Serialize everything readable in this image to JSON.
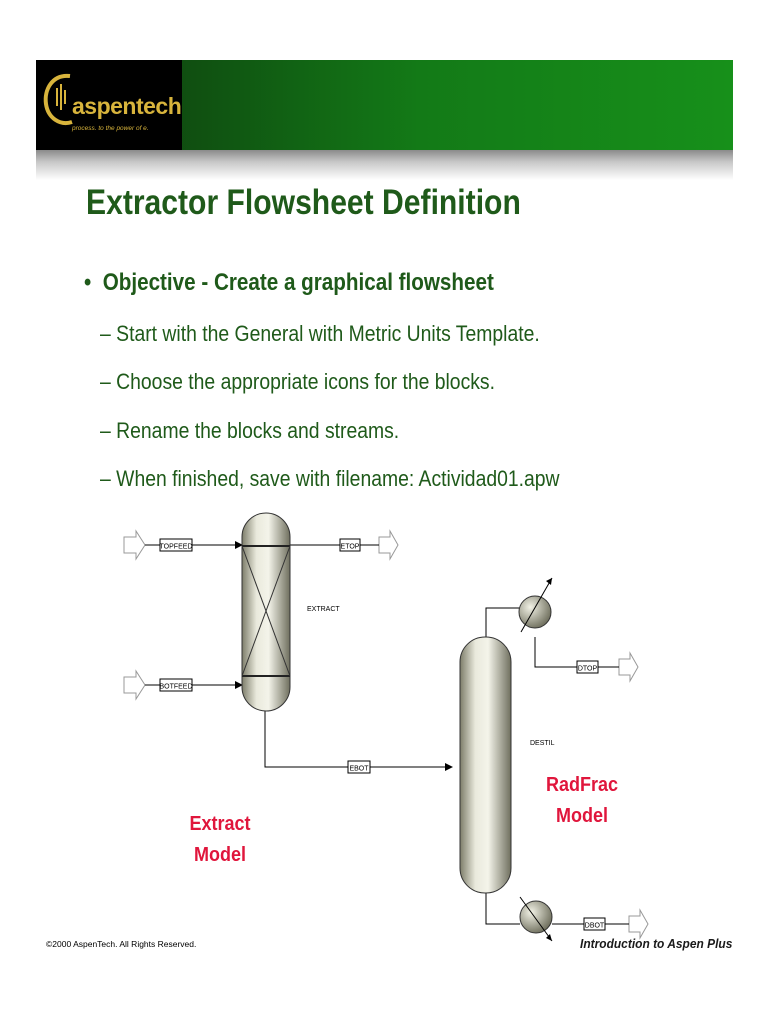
{
  "header": {
    "logo_text": "aspentech",
    "tagline": "process. to the power of e.",
    "banner_colors": [
      "#0b2a0b",
      "#17901a"
    ]
  },
  "slide": {
    "title": "Extractor Flowsheet Definition",
    "objective": "Objective - Create a graphical flowsheet",
    "steps": [
      "Start with the General with Metric Units Template.",
      "Choose the appropriate icons for the blocks.",
      "Rename the blocks and streams.",
      "When finished, save with filename: Actividad01.apw"
    ],
    "bullet_symbol": "•",
    "dash_symbol": "–"
  },
  "flowsheet": {
    "blocks": {
      "extractor": "EXTRACT",
      "column": "DESTIL"
    },
    "streams": [
      "TOPFEED",
      "BOTFEED",
      "ETOP",
      "EBOT",
      "DTOP",
      "DBOT"
    ],
    "models": {
      "extract": [
        "Extract",
        "Model"
      ],
      "radfrac": [
        "RadFrac",
        "Model"
      ]
    },
    "model_label_color": "#e0163c"
  },
  "footer": {
    "copyright": "©2000 AspenTech. All Rights Reserved.",
    "course": "Introduction to Aspen Plus"
  }
}
